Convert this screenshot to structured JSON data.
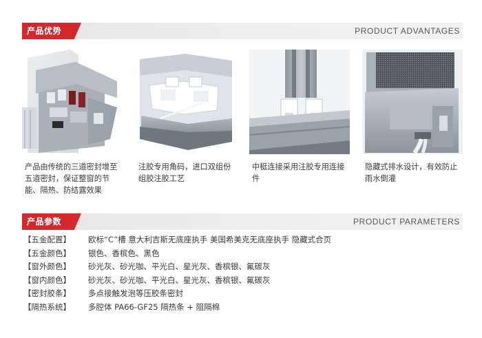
{
  "advantages": {
    "title_cn": "产品优势",
    "title_en": "PRODUCT ADVANTAGES",
    "items": [
      {
        "text": "产品由传统的三道密封增至五道密封，保证整窗的节能、隔热、防结露效果"
      },
      {
        "text": "注胶专用角码，进口双组份组胶注胶工艺"
      },
      {
        "text": "中梃连接采用注胶专用连接件"
      },
      {
        "text": "隐藏式排水设计，有效防止雨水倒灌"
      }
    ]
  },
  "parameters": {
    "title_cn": "产品参数",
    "title_en": "PRODUCT PARAMETERS",
    "rows": [
      {
        "key": "【五金配置】",
        "value": "欧标“C”槽  意大利吉斯无底座执手  美国希美克无底座执手  隐藏式合页"
      },
      {
        "key": "【五金颜色】",
        "value": "银色、香槟色、黑色"
      },
      {
        "key": "【窗外颜色】",
        "value": "砂光灰、砂光咖、平光白、星光灰、香槟银、氟碳灰"
      },
      {
        "key": "【窗内颜色】",
        "value": "砂光灰、砂光咖、平光白、星光灰、香槟银、氟碳灰"
      },
      {
        "key": "【密封胶条】",
        "value": "多点接触发泡等压胶条密封"
      },
      {
        "key": "【隔热系统】",
        "value": "多腔体 PA66-GF25 隔热条 + 阻隔棉"
      }
    ]
  },
  "colors": {
    "accent": "#d4282c",
    "bar": "#e8e8e8"
  }
}
